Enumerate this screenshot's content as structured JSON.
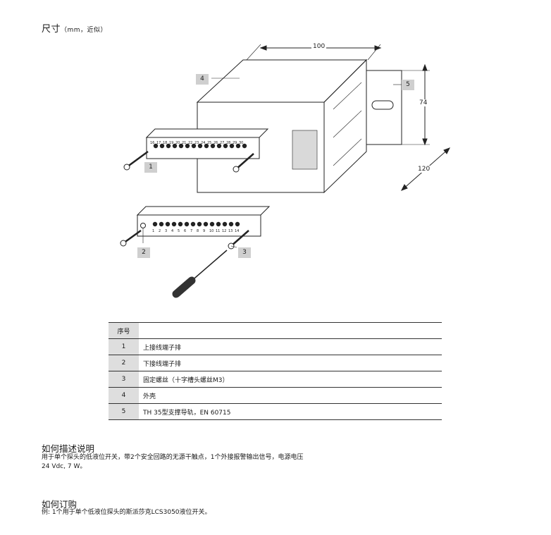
{
  "heading": {
    "title": "尺寸",
    "note": "（mm，近似）"
  },
  "drawing": {
    "callouts": [
      "1",
      "2",
      "3",
      "4",
      "5"
    ],
    "dimensions": {
      "width": "100",
      "height": "74",
      "depth": "120"
    },
    "upper_terminal_numbers": [
      "16",
      "17",
      "18",
      "19",
      "20",
      "21",
      "22",
      "23",
      "24",
      "25",
      "26",
      "27",
      "28",
      "29",
      "30"
    ],
    "lower_terminal_numbers": [
      "1",
      "2",
      "3",
      "4",
      "5",
      "6",
      "7",
      "8",
      "9",
      "10",
      "11",
      "12",
      "13",
      "14"
    ]
  },
  "parts_table": {
    "header": "序号",
    "rows": [
      {
        "num": "1",
        "desc": "上接线端子排"
      },
      {
        "num": "2",
        "desc": "下接线端子排"
      },
      {
        "num": "3",
        "desc": "固定螺丝（十字槽头螺丝M3）"
      },
      {
        "num": "4",
        "desc": "外壳"
      },
      {
        "num": "5",
        "desc": "TH 35型支撑导轨，EN 60715"
      }
    ]
  },
  "description": {
    "title": "如何描述说明",
    "line1": "用于单个探头的低液位开关，带2个安全回路的无源干触点，1个外接报警输出信号，电源电压",
    "line2": "24 Vdc, 7 W。"
  },
  "ordering": {
    "title": "如何订购",
    "text": "例: 1个用于单个低液位探头的斯派莎克LCS3050液位开关。"
  }
}
